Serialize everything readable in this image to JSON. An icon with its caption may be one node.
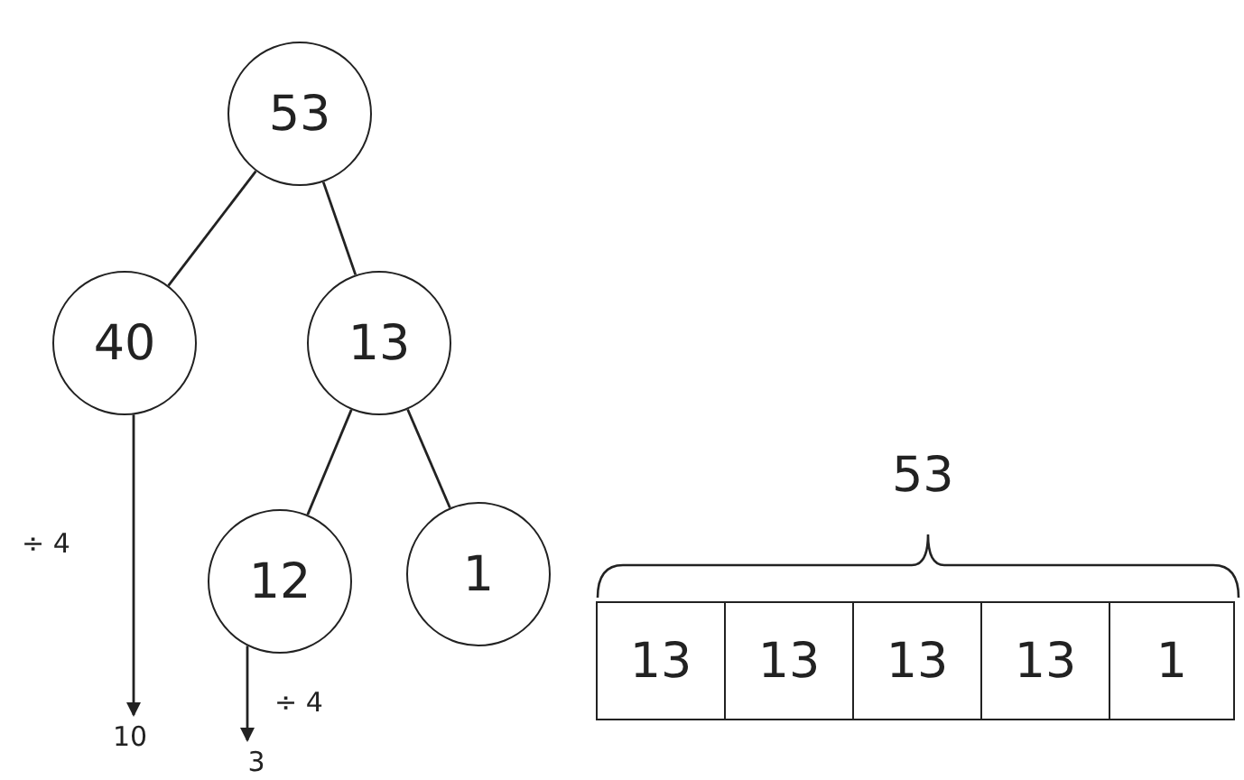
{
  "diagram": {
    "nodes": [
      {
        "text": [
          "53"
        ]
      },
      {
        "text": [
          "40"
        ]
      },
      {
        "text": [
          "13"
        ]
      },
      {
        "text": [
          "12"
        ]
      },
      {
        "text": [
          "1"
        ]
      },
      {
        "text": [
          "10"
        ]
      },
      {
        "text": [
          "3"
        ]
      },
      {
        "text": [
          "13"
        ]
      },
      {
        "text": [
          "13"
        ]
      },
      {
        "text": [
          "13"
        ]
      },
      {
        "text": [
          "13"
        ]
      },
      {
        "text": [
          "1"
        ]
      }
    ],
    "edges": [
      {
        "from": 0,
        "to": 1,
        "arrow": "none"
      },
      {
        "from": 0,
        "to": 2,
        "arrow": "none"
      },
      {
        "from": 2,
        "to": 3,
        "arrow": "none"
      },
      {
        "from": 2,
        "to": 4,
        "arrow": "none"
      },
      {
        "from": 1,
        "to": 5,
        "arrow": "to",
        "label": "÷ 4"
      },
      {
        "from": 3,
        "to": 6,
        "arrow": "to",
        "label": "÷ 4"
      }
    ],
    "labels": [
      "53"
    ]
  }
}
